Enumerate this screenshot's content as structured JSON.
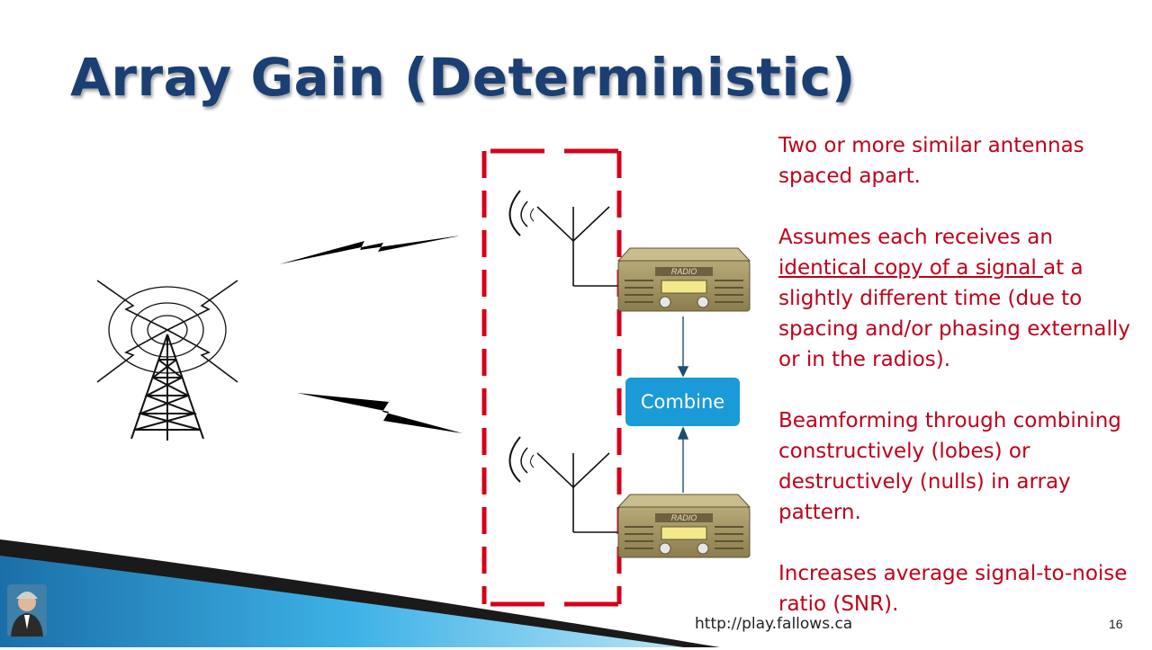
{
  "title": "Array Gain (Deterministic)",
  "diagram": {
    "combine_label": "Combine",
    "radio_label": "RADIO"
  },
  "bullets": [
    {
      "text": "Two or more similar antennas spaced apart."
    },
    {
      "pre": "Assumes each receives an ",
      "underlined": "identical copy of a signal ",
      "post": "at a slightly different time (due to spacing and/or phasing externally or in the radios)."
    },
    {
      "text": "Beamforming through combining constructively (lobes) or destructively (nulls) in array pattern."
    },
    {
      "text": "Increases average signal-to-noise ratio (SNR)."
    }
  ],
  "footer": {
    "url": "http://play.fallows.ca",
    "page_number": "16"
  },
  "colors": {
    "title": "#1b3f73",
    "bullet_text": "#c0001a",
    "combine": "#1a9bd7",
    "dashed_box": "#d4001a"
  }
}
